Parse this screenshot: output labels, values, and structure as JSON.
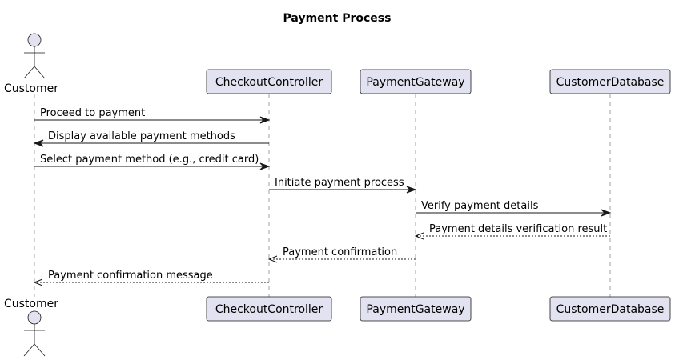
{
  "diagram": {
    "title": "Payment Process",
    "colors": {
      "participant_fill": "#E2E2F0",
      "outline": "#181818",
      "lifeline": "#A0A0A0",
      "text": "#000000"
    },
    "participants": [
      {
        "id": "customer",
        "label": "Customer",
        "kind": "actor"
      },
      {
        "id": "checkout",
        "label": "CheckoutController",
        "kind": "participant"
      },
      {
        "id": "gateway",
        "label": "PaymentGateway",
        "kind": "participant"
      },
      {
        "id": "database",
        "label": "CustomerDatabase",
        "kind": "participant"
      }
    ],
    "messages": [
      {
        "from": "customer",
        "to": "checkout",
        "label": "Proceed to payment",
        "style": "solid"
      },
      {
        "from": "checkout",
        "to": "customer",
        "label": "Display available payment methods",
        "style": "solid"
      },
      {
        "from": "customer",
        "to": "checkout",
        "label": "Select payment method (e.g., credit card)",
        "style": "solid"
      },
      {
        "from": "checkout",
        "to": "gateway",
        "label": "Initiate payment process",
        "style": "solid"
      },
      {
        "from": "gateway",
        "to": "database",
        "label": "Verify payment details",
        "style": "solid"
      },
      {
        "from": "database",
        "to": "gateway",
        "label": "Payment details verification result",
        "style": "dashed"
      },
      {
        "from": "gateway",
        "to": "checkout",
        "label": "Payment confirmation",
        "style": "dashed"
      },
      {
        "from": "checkout",
        "to": "customer",
        "label": "Payment confirmation message",
        "style": "dashed"
      }
    ]
  }
}
